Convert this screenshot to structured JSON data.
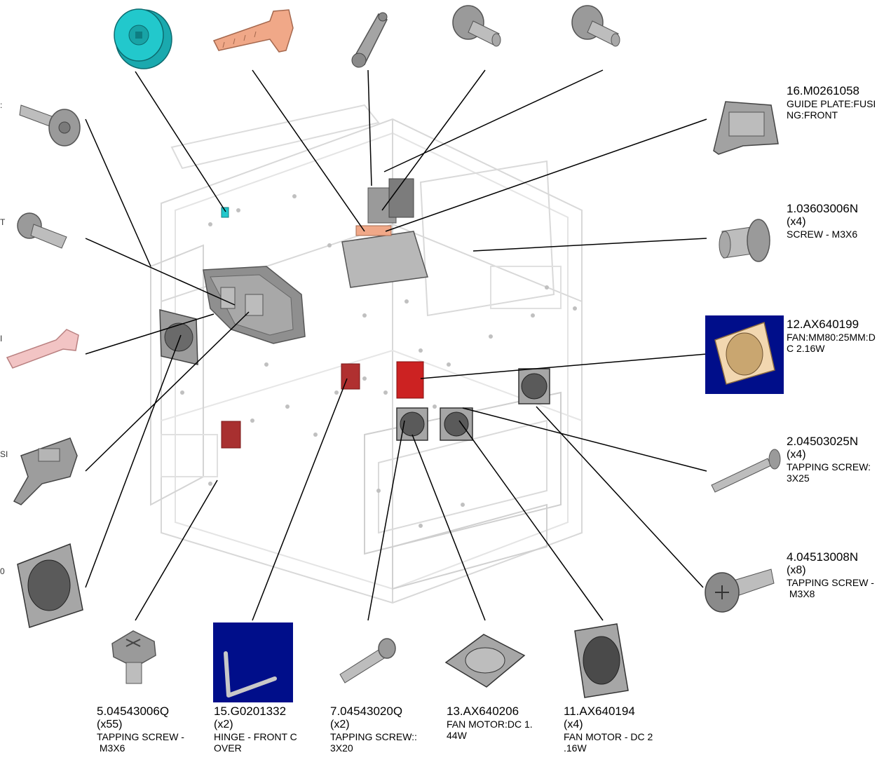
{
  "parts": [
    {
      "id": "p16",
      "num": "16.M0261058",
      "qty": "",
      "desc": [
        "GUIDE PLATE:FUSI",
        "NG:FRONT"
      ]
    },
    {
      "id": "p1",
      "num": "1.03603006N",
      "qty": "(x4)",
      "desc": [
        "SCREW - M3X6"
      ]
    },
    {
      "id": "p12",
      "num": "12.AX640199",
      "qty": "",
      "desc": [
        "FAN:MM80:25MM:D",
        "C 2.16W"
      ]
    },
    {
      "id": "p2",
      "num": "2.04503025N",
      "qty": "(x4)",
      "desc": [
        "TAPPING SCREW:",
        "3X25"
      ]
    },
    {
      "id": "p4",
      "num": "4.04513008N",
      "qty": "(x8)",
      "desc": [
        "TAPPING SCREW -",
        " M3X8"
      ]
    },
    {
      "id": "p5",
      "num": "5.04543006Q",
      "qty": "(x55)",
      "desc": [
        "TAPPING SCREW -",
        " M3X6"
      ]
    },
    {
      "id": "p15",
      "num": "15.G0201332",
      "qty": "(x2)",
      "desc": [
        "HINGE - FRONT C",
        "OVER"
      ]
    },
    {
      "id": "p7",
      "num": "7.04543020Q",
      "qty": "(x2)",
      "desc": [
        "TAPPING SCREW::",
        "3X20"
      ]
    },
    {
      "id": "p13",
      "num": "13.AX640206",
      "qty": "",
      "desc": [
        "FAN MOTOR:DC 1.",
        "44W"
      ]
    },
    {
      "id": "p11",
      "num": "11.AX640194",
      "qty": "(x4)",
      "desc": [
        "FAN MOTOR - DC 2",
        ".16W"
      ]
    }
  ],
  "left_edge_fragments": [
    ":",
    "T",
    "I",
    "SI",
    "0"
  ],
  "colors": {
    "line": "#000000",
    "cyan_roller": "#22c8cc",
    "salmon_part": "#f0a888",
    "pink_part": "#f2c4c4",
    "red_part": "#cc2222",
    "gray_part": "#9a9a9a",
    "navy_bg": "#000e8a"
  }
}
